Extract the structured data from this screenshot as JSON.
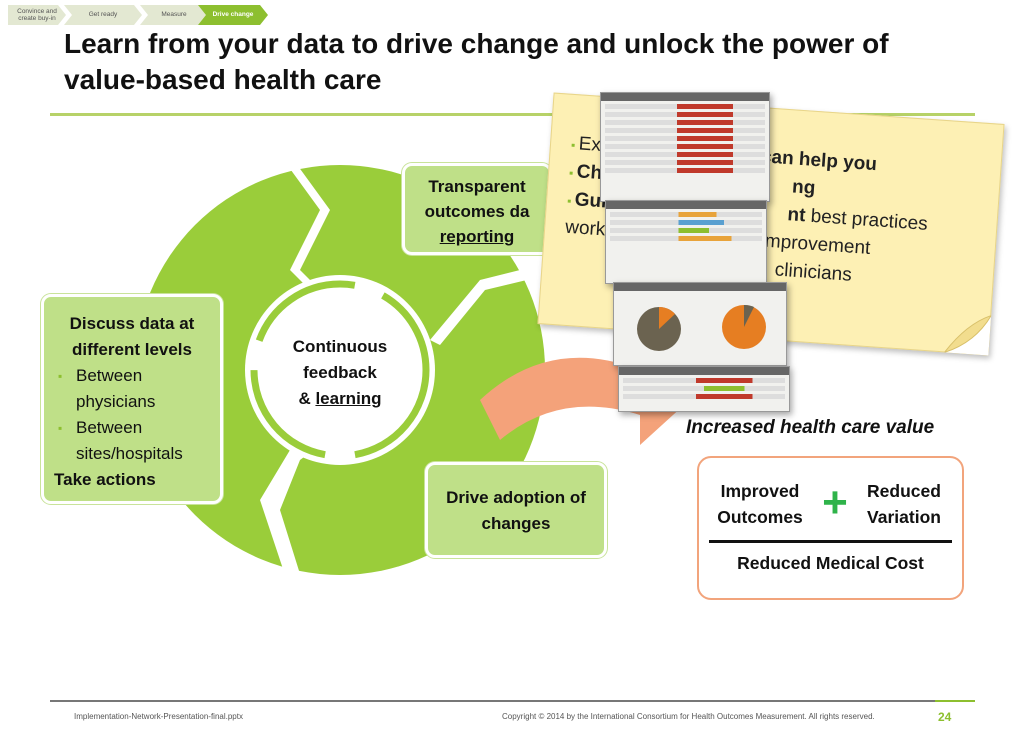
{
  "nav": {
    "steps": [
      {
        "label": "Convince and create buy-in"
      },
      {
        "label": "Get ready"
      },
      {
        "label": "Measure"
      },
      {
        "label": "Drive change"
      }
    ]
  },
  "title": "Learn from your data to drive change and unlock the power of value-based health care",
  "cycle": {
    "center_line1": "Continuous",
    "center_line2": "feedback",
    "center_amp": "& ",
    "center_learning": "learning",
    "top_box": {
      "line1": "Transparent",
      "line2": "outcomes da",
      "line3": "reporting"
    },
    "left_box": {
      "heading": "Discuss data at different levels",
      "bullets": [
        "Between physicians",
        "Between sites/hospitals"
      ],
      "action": "Take actions"
    },
    "bottom_box": {
      "text": "Drive adoption of changes"
    }
  },
  "note": {
    "line1a": "Exa",
    "line1b": "can help you",
    "line2a": "Cha",
    "line2b": "ng",
    "line3a": "Guid",
    "line3b": "nt",
    "line3c": " best practices",
    "line4a": "work",
    "line4b": "mprovement",
    "line5": "clinicians"
  },
  "value": {
    "heading": "Increased health care value",
    "left": "Improved Outcomes",
    "plus": "+",
    "right": "Reduced Variation",
    "bottom": "Reduced Medical Cost"
  },
  "footer": {
    "file": "Implementation-Network-Presentation-final.pptx",
    "copyright": "Copyright © 2014 by the International Consortium for Health Outcomes Measurement. All rights reserved.",
    "page": "24"
  },
  "colors": {
    "green": "#9acd3a",
    "light_green": "#bfe088",
    "accent": "#8dbf2f",
    "salmon": "#f2a47c",
    "note": "#fdf0b4"
  }
}
